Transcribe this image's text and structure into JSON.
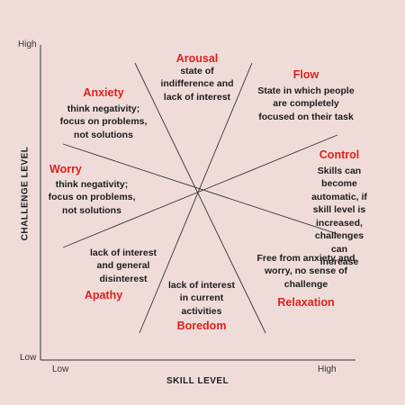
{
  "axes": {
    "y_title": "CHALLENGE LEVEL",
    "x_title": "SKILL LEVEL",
    "y_high": "High",
    "y_low": "Low",
    "x_low": "Low",
    "x_high": "High"
  },
  "states": {
    "arousal": {
      "name": "Arousal",
      "desc": "state of\nindifference and\nlack of interest"
    },
    "flow": {
      "name": "Flow",
      "desc": "State in which people\nare completely\nfocused on their task"
    },
    "anxiety": {
      "name": "Anxiety",
      "desc": "think negativity;\nfocus on problems,\nnot solutions"
    },
    "control": {
      "name": "Control",
      "desc": "Skills can become\nautomatic, if skill level is\nincreased, challenges can\nincrease"
    },
    "worry": {
      "name": "Worry",
      "desc": "think negativity;\nfocus on problems,\nnot solutions"
    },
    "relaxation": {
      "name": "Relaxation",
      "desc": "Free from anxiety and\nworry, no sense of\nchallenge"
    },
    "apathy": {
      "name": "Apathy",
      "desc": "lack of interest\nand general\ndisinterest"
    },
    "boredom": {
      "name": "Boredom",
      "desc": "lack of interest\nin current\nactivities"
    }
  },
  "colors": {
    "accent": "#e0201c",
    "text": "#1c1c1c",
    "background": "#efdcd9"
  }
}
